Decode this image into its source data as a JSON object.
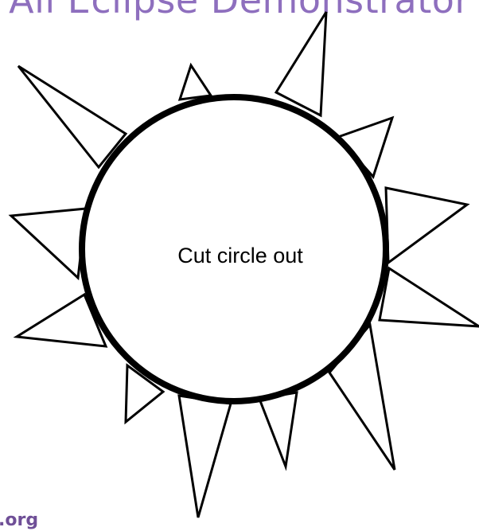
{
  "header": {
    "title": "All Eclipse Demonstrator"
  },
  "diagram": {
    "center_label": "Cut circle out"
  },
  "footer": {
    "url_fragment": ".org"
  },
  "colors": {
    "title": "#8e6fbe",
    "footer": "#6f4f97",
    "outline": "#000000",
    "background": "#ffffff"
  }
}
